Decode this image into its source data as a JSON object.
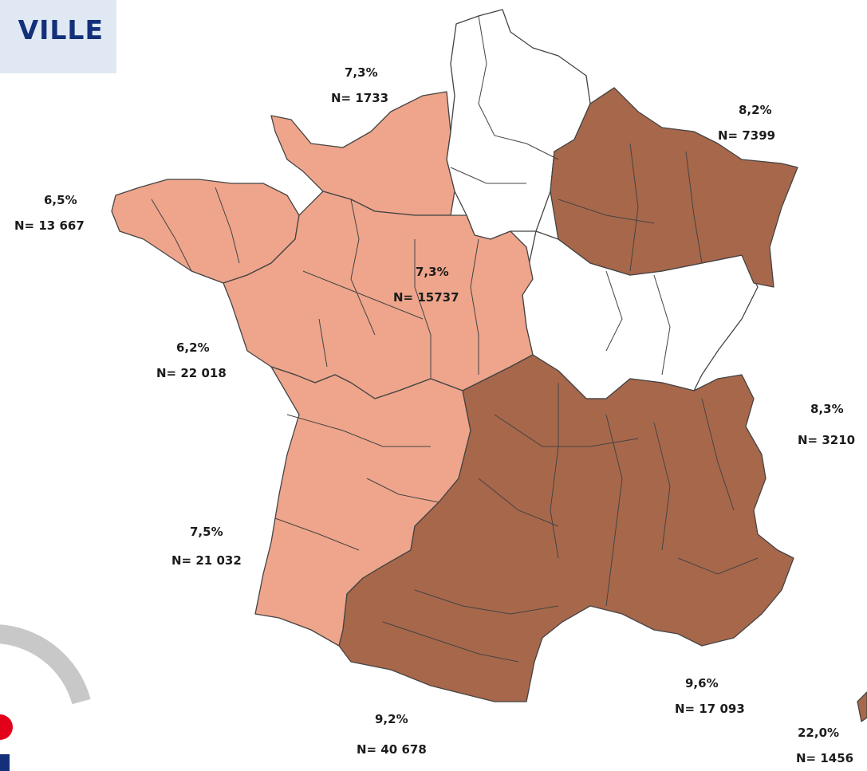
{
  "header": {
    "title": "VILLE"
  },
  "colors": {
    "low_category": "#eea58b",
    "high_category": "#a7674b",
    "no_data": "#ffffff",
    "border": "#444444",
    "title_bg": "#dfe8f3",
    "title_text": "#14307a"
  },
  "regions": [
    {
      "id": "normandie",
      "percent": "7,3%",
      "n": "N= 1733",
      "category": "low"
    },
    {
      "id": "grand-est",
      "percent": "8,2%",
      "n": "N= 7399",
      "category": "high"
    },
    {
      "id": "bretagne",
      "percent": "6,5%",
      "n": "N= 13 667",
      "category": "low"
    },
    {
      "id": "centre",
      "percent": "7,3%",
      "n": "N= 15737",
      "category": "low"
    },
    {
      "id": "pays-de-la-loire",
      "percent": "6,2%",
      "n": "N= 22 018",
      "category": "low"
    },
    {
      "id": "auvergne-rhone-alpes",
      "percent": "8,3%",
      "n": "N= 3210",
      "category": "high"
    },
    {
      "id": "nouvelle-aquitaine",
      "percent": "7,5%",
      "n": "N= 21 032",
      "category": "low"
    },
    {
      "id": "paca",
      "percent": "9,6%",
      "n": "N= 17 093",
      "category": "high"
    },
    {
      "id": "occitanie",
      "percent": "9,2%",
      "n": "N= 40 678",
      "category": "high"
    },
    {
      "id": "corse",
      "percent": "22,0%",
      "n": "N= 1456",
      "category": "high"
    }
  ]
}
